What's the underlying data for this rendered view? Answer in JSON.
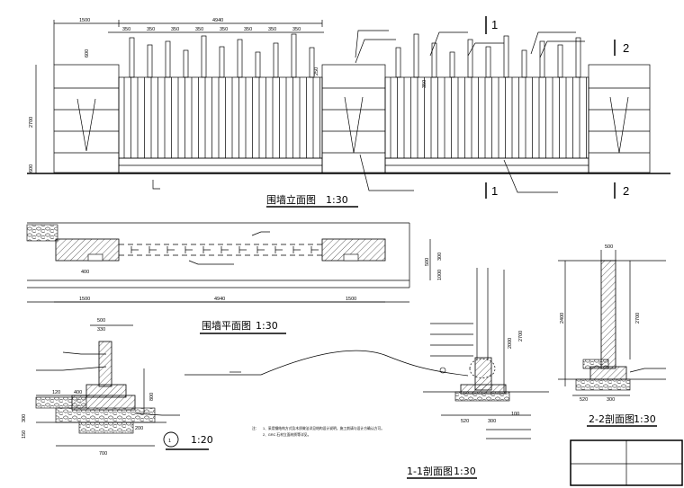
{
  "views": {
    "elevation": {
      "title": "围墙立面图",
      "scale": "1:30",
      "dims": {
        "pier_left": "1500",
        "fence_span": "4940",
        "cap": "600",
        "total_h": "2700",
        "base": "600",
        "gap_label": "250",
        "mid_h": "350"
      },
      "slat_dims": [
        "350",
        "350",
        "350",
        "350",
        "350",
        "350",
        "350",
        "350"
      ],
      "section_marks": [
        "1",
        "1",
        "2",
        "2"
      ]
    },
    "plan": {
      "title": "围墙平面图",
      "scale": "1:30",
      "dims": {
        "pier_left": "1500",
        "fence_span": "4940",
        "pier_right": "1500",
        "small": "400",
        "w1": "500",
        "w2": "300",
        "w3": "1000"
      }
    },
    "section_1": {
      "title": "1-1剖面图",
      "scale": "1:30",
      "dims": {
        "h1": "2000",
        "h2": "2700",
        "base_w": "520",
        "w2": "300",
        "w3": "100"
      }
    },
    "section_2": {
      "title": "2-2剖面图",
      "scale": "1:30",
      "dims": {
        "top": "500",
        "h1": "2400",
        "h2": "2700",
        "bw1": "520",
        "bw2": "300"
      }
    },
    "detail_1": {
      "number": "1",
      "scale": "1:20",
      "dims": {
        "top_w": "500",
        "w2": "330",
        "h_800": "800",
        "w_120": "120",
        "w_400": "400",
        "h_300": "300",
        "h_150": "150",
        "w_200": "200",
        "w_700": "700"
      }
    }
  },
  "notes": {
    "prefix": "注：",
    "line1": "1、采用钢结构方式及木质做法详见结构设计说明，施工前请与设计方确认方可。",
    "line2": "2、GRC 石材立面材质等详见。"
  },
  "title_block": {
    "cells": [
      "",
      "",
      "",
      ""
    ]
  }
}
